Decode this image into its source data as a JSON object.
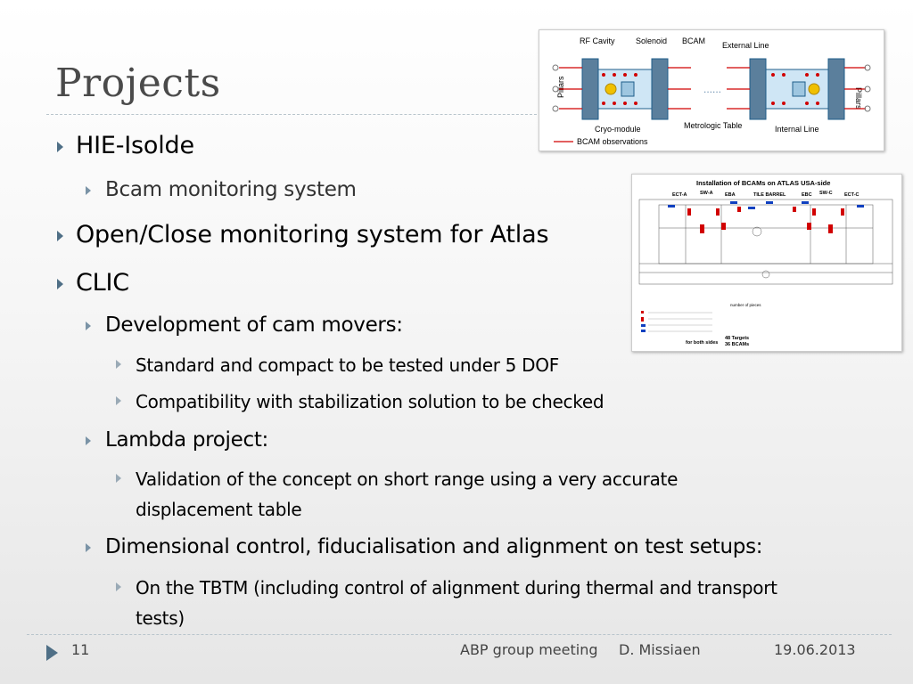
{
  "title": "Projects",
  "bullets": {
    "hie_isolde": "HIE-Isolde",
    "bcam_monitoring": "Bcam monitoring system",
    "open_close": "Open/Close monitoring system for Atlas",
    "clic": "CLIC",
    "cam_movers": "Development of cam movers:",
    "standard_compact": "Standard and compact to be tested under 5 DOF",
    "compatibility": "Compatibility with stabilization solution to be checked",
    "lambda": "Lambda project:",
    "validation": "Validation of the concept on short range using a very accurate displacement table",
    "dimensional": "Dimensional control, fiducialisation and alignment on test setups:",
    "tbtm": "On the TBTM (including control of alignment during thermal and transport tests)"
  },
  "figure1": {
    "labels": {
      "rf_cavity": "RF Cavity",
      "solenoid": "Solenoid",
      "bcam": "BCAM",
      "external_line": "External Line",
      "pillars_left": "Pillars",
      "pillars_right": "Pillars",
      "cryo_module": "Cryo-module",
      "metrologic_table": "Metrologic Table",
      "internal_line": "Internal Line",
      "bcam_observations": "BCAM observations"
    }
  },
  "figure2": {
    "title": "Installation of BCAMs on ATLAS USA-side",
    "sections": [
      "ECT-A",
      "SW-A",
      "EBA",
      "TILE BARREL",
      "EBC",
      "SW-C",
      "ECT-C"
    ],
    "legend_header": "number of pieces",
    "for_both_sides": "for both sides",
    "targets": "48 Targets",
    "bcams": "36 BCAMs"
  },
  "footer": {
    "page_number": "11",
    "meeting": "ABP group meeting",
    "author": "D. Missiaen",
    "date": "19.06.2013"
  },
  "colors": {
    "title": "#4a4a4a",
    "bullet_arrow": "#4f6f86",
    "rule": "#b8c4cc"
  }
}
